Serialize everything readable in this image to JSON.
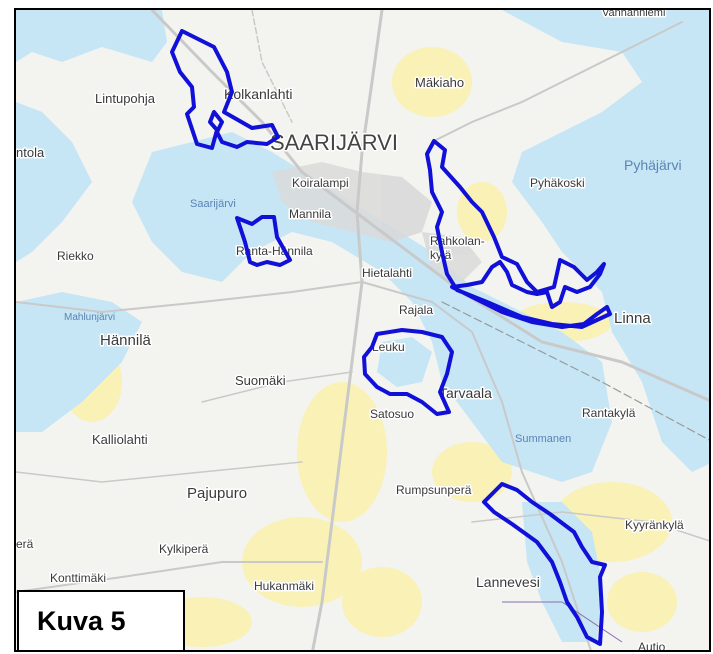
{
  "map": {
    "colors": {
      "land": "#f3f3ef",
      "water": "#c6e6f5",
      "settlement": "#f9f1b6",
      "urban": "#d9d9d9",
      "road": "#c9c9c9",
      "area_outline": "#1010d8"
    },
    "labels": {
      "vanhanniemi": "Vanhanniemi",
      "lintupohja": "Lintupohja",
      "kolkanlahti": "Kolkanlahti",
      "makiaho": "Mäkiaho",
      "saarijarvi_town": "SAARIJÄRVI",
      "tola": "ntola",
      "pyhajarvi": "Pyhäjärvi",
      "koiralampi": "Koiralampi",
      "pyhakoski": "Pyhäkoski",
      "saarijarvi_lake": "Saarijärvi",
      "mannila": "Mannila",
      "rahkolan_1": "Rahkolan-",
      "rahkolan_2": "kylä",
      "riekko": "Riekko",
      "ranta_hannila": "Ranta-Hännila",
      "hietalahti": "Hietalahti",
      "rajala": "Rajala",
      "linna": "Linna",
      "mahlunjarvi": "Mahlunjärvi",
      "hannila": "Hännilä",
      "leuku": "Leuku",
      "suomaki": "Suomäki",
      "tarvaala": "Tarvaala",
      "satosuo": "Satosuo",
      "rantakyla": "Rantakylä",
      "kalliolahti": "Kalliolahti",
      "summanen": "Summanen",
      "pajupuro": "Pajupuro",
      "rumpsunpera": "Rumpsunperä",
      "kyyrankyla": "Kyyränkylä",
      "era": "erä",
      "kylkipera": "Kylkiperä",
      "konttimaki": "Konttimäki",
      "hukanmaki": "Hukanmäki",
      "lannevesi": "Lannevesi",
      "autio": "Autio"
    }
  },
  "caption": {
    "text": "Kuva 5"
  }
}
